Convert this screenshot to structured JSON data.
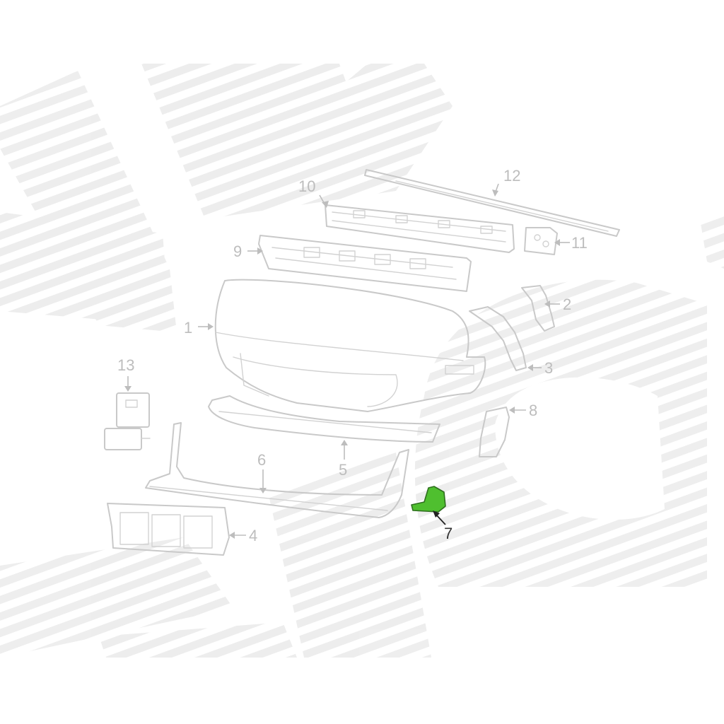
{
  "diagram": {
    "callouts": [
      "1",
      "2",
      "3",
      "4",
      "5",
      "6",
      "7",
      "8",
      "9",
      "10",
      "11",
      "12",
      "13"
    ],
    "highlighted_callout": "7",
    "highlight_color": "#4fbf2f",
    "line_color": "#c9c9c9",
    "watermark_color": "#ececec"
  }
}
